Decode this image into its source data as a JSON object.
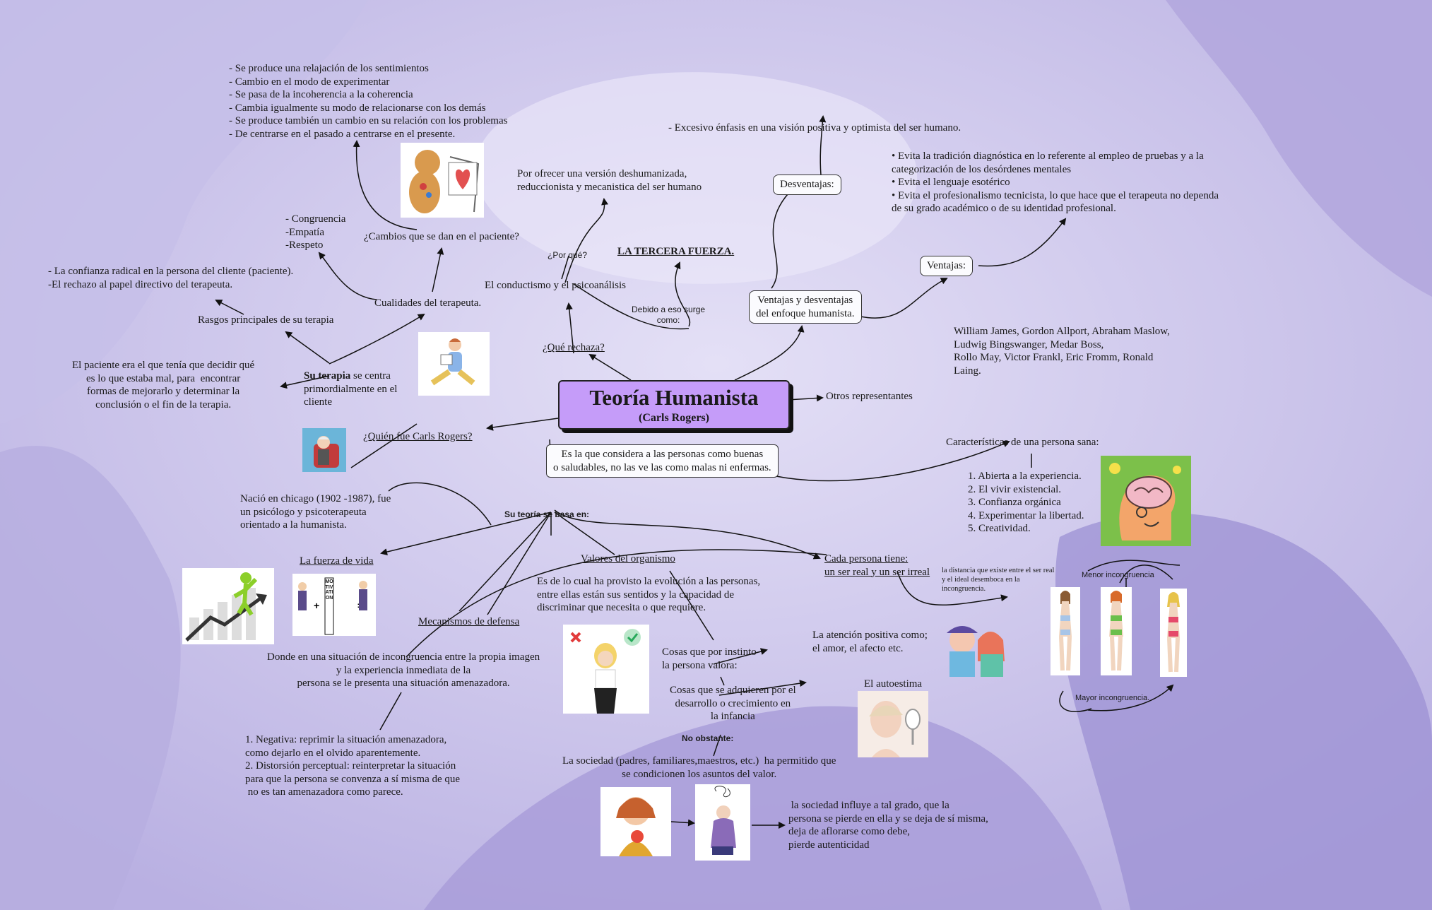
{
  "main": {
    "title": "Teoría Humanista",
    "subtitle": "(Carls Rogers)"
  },
  "cambios": {
    "list": "- Se produce una relajación de los sentimientos\n- Cambio en el modo de experimentar\n- Se pasa de la incoherencia a la coherencia\n- Cambia igualmente su modo de relacionarse con los demás\n- Se produce también un cambio en su relación con los problemas\n- De centrarse en el pasado a centrarse en el presente.",
    "question": "¿Cambios que se dan en el paciente?"
  },
  "cualidades": {
    "list": "- Congruencia\n-Empatía\n-Respeto",
    "label": "Cualidades del terapeuta."
  },
  "rasgos": {
    "list": "- La confianza radical en la persona del cliente (paciente).\n-El rechazo al papel directivo del terapeuta.",
    "label": "Rasgos principales de su terapia"
  },
  "terapia": {
    "bold": "Su terapia",
    "rest": " se centra\nprimordialmente en el\ncliente",
    "paciente": "El paciente era el que tenía que decidir qué\nes lo que estaba mal, para  encontrar\nformas de mejorarlo y determinar la\nconclusión o el fin de la terapia."
  },
  "rogers": {
    "question": "¿Quién fue Carls Rogers?",
    "bio": "Nació en chicago (1902 -1987), fue\nun psicólogo y psicoterapeuta\norientado a la humanista."
  },
  "rechaza": {
    "reason": "Por ofrecer una versión deshumanizada,\nreduccionista y mecanistica del ser humano",
    "por_que": "¿Por qué?",
    "item": "El conductismo y el psicoanálisis",
    "question": "¿Qué rechaza?",
    "tercera": "LA TERCERA FUERZA.",
    "debido": "Debido a eso surge\ncomo:"
  },
  "enfoque": {
    "excesivo": "- Excesivo énfasis en una visión positiva y optimista del ser humano.",
    "desventajas": "Desventajas:",
    "ventajas_list": "• Evita la tradición diagnóstica en lo referente al empleo de pruebas y a la\ncategorización de los desórdenes mentales\n• Evita el lenguaje esotérico\n• Evita el profesionalismo tecnicista, lo que hace que el terapeuta no dependa\nde su grado académico o de su identidad profesional.",
    "ventajas": "Ventajas:",
    "node": "Ventajas y desventajas\ndel enfoque humanista."
  },
  "representantes": {
    "names": "William James, Gordon Allport, Abraham Maslow,\nLudwig Bingswanger, Medar Boss,\nRollo May, Victor Frankl, Eric Fromm, Ronald\nLaing.",
    "label": "Otros representantes"
  },
  "definicion": "Es la que considera a las personas como buenas\no saludables, no las ve las como malas ni enfermas.",
  "sana": {
    "label": "Características de una persona sana:",
    "list": "1. Abierta a la experiencia.\n2. El vivir existencial.\n3. Confianza orgánica\n4. Experimentar la libertad.\n5. Creatividad."
  },
  "base": {
    "label": "Su teoría se basa en:",
    "fuerza": "La fuerza de vida",
    "valores": "Valores del organismo",
    "valores_desc": "Es de lo cual ha provisto la evolución a las personas,\nentre ellas están sus sentidos y la capacidad de\ndiscriminar que necesita o que requiere.",
    "cada": "Cada persona tiene:\nun ser real y un ser irreal",
    "distancia": "la distancia que existe entre el ser real\ny el ideal desemboca en la\nincongruencia.",
    "menor": "Menor incongruencia",
    "mayor": "Mayor incongruencia.",
    "mecanismos": "Mecanismos de defensa",
    "mecanismos_desc": "Donde en una situación de incongruencia entre la propia imagen\ny la experiencia inmediata de la\npersona se le presenta una situación amenazadora.",
    "negativa": "1. Negativa: reprimir la situación amenazadora,\ncomo dejarlo en el olvido aparentemente.\n2. Distorsión perceptual: reinterpretar la situación\npara que la persona se convenza a sí misma de que\n no es tan amenazadora como parece."
  },
  "valor": {
    "instinto": "Cosas que por instinto\nla persona valora:",
    "atencion": "La atención positiva como;\nel amor, el afecto etc.",
    "adquieren": "Cosas que se adquieren por el\ndesarrollo o crecimiento en\nla infancia",
    "autoestima": "El autoestima",
    "no_obstante": "No obstante:",
    "sociedad": "La sociedad (padres, familiares,maestros, etc.)  ha permitido que\nse condicionen los asuntos del valor.",
    "influye": " la sociedad influye a tal grado, que la\npersona se pierde en ella y se deja de sí misma,\ndeja de aflorarse como debe,\npierde autenticidad"
  },
  "motivation_letters": "MOTIVATION",
  "colors": {
    "main_node": "#c59cf9",
    "bg_light": "#ddd8f4",
    "bg_mid": "#b6ace0",
    "bg_dark": "#a79bd8"
  }
}
